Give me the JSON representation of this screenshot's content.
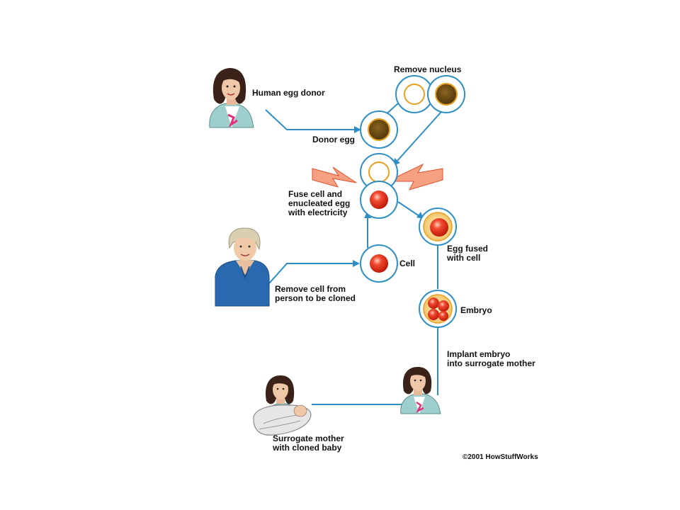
{
  "labels": {
    "human_egg_donor": "Human egg donor",
    "remove_nucleus": "Remove nucleus",
    "donor_egg": "Donor egg",
    "fuse_cell": "Fuse cell and\nenucleated egg\nwith electricity",
    "egg_fused": "Egg fused\nwith cell",
    "cell": "Cell",
    "remove_cell": "Remove cell from\nperson to be cloned",
    "embryo": "Embryo",
    "implant_embryo": "Implant embryo\ninto surrogate mother",
    "surrogate_mother": "Surrogate mother\nwith cloned baby",
    "copyright": "©2001 HowStuffWorks"
  },
  "colors": {
    "arrow": "#2e8fc4",
    "cell_ring": "#2e8fc4",
    "nucleus_dark": "#6b4a12",
    "nucleus_ring": "#e8a020",
    "cell_red": "#e82a1a",
    "lightning": "#f08060",
    "fused_yellow": "#f5d070"
  }
}
